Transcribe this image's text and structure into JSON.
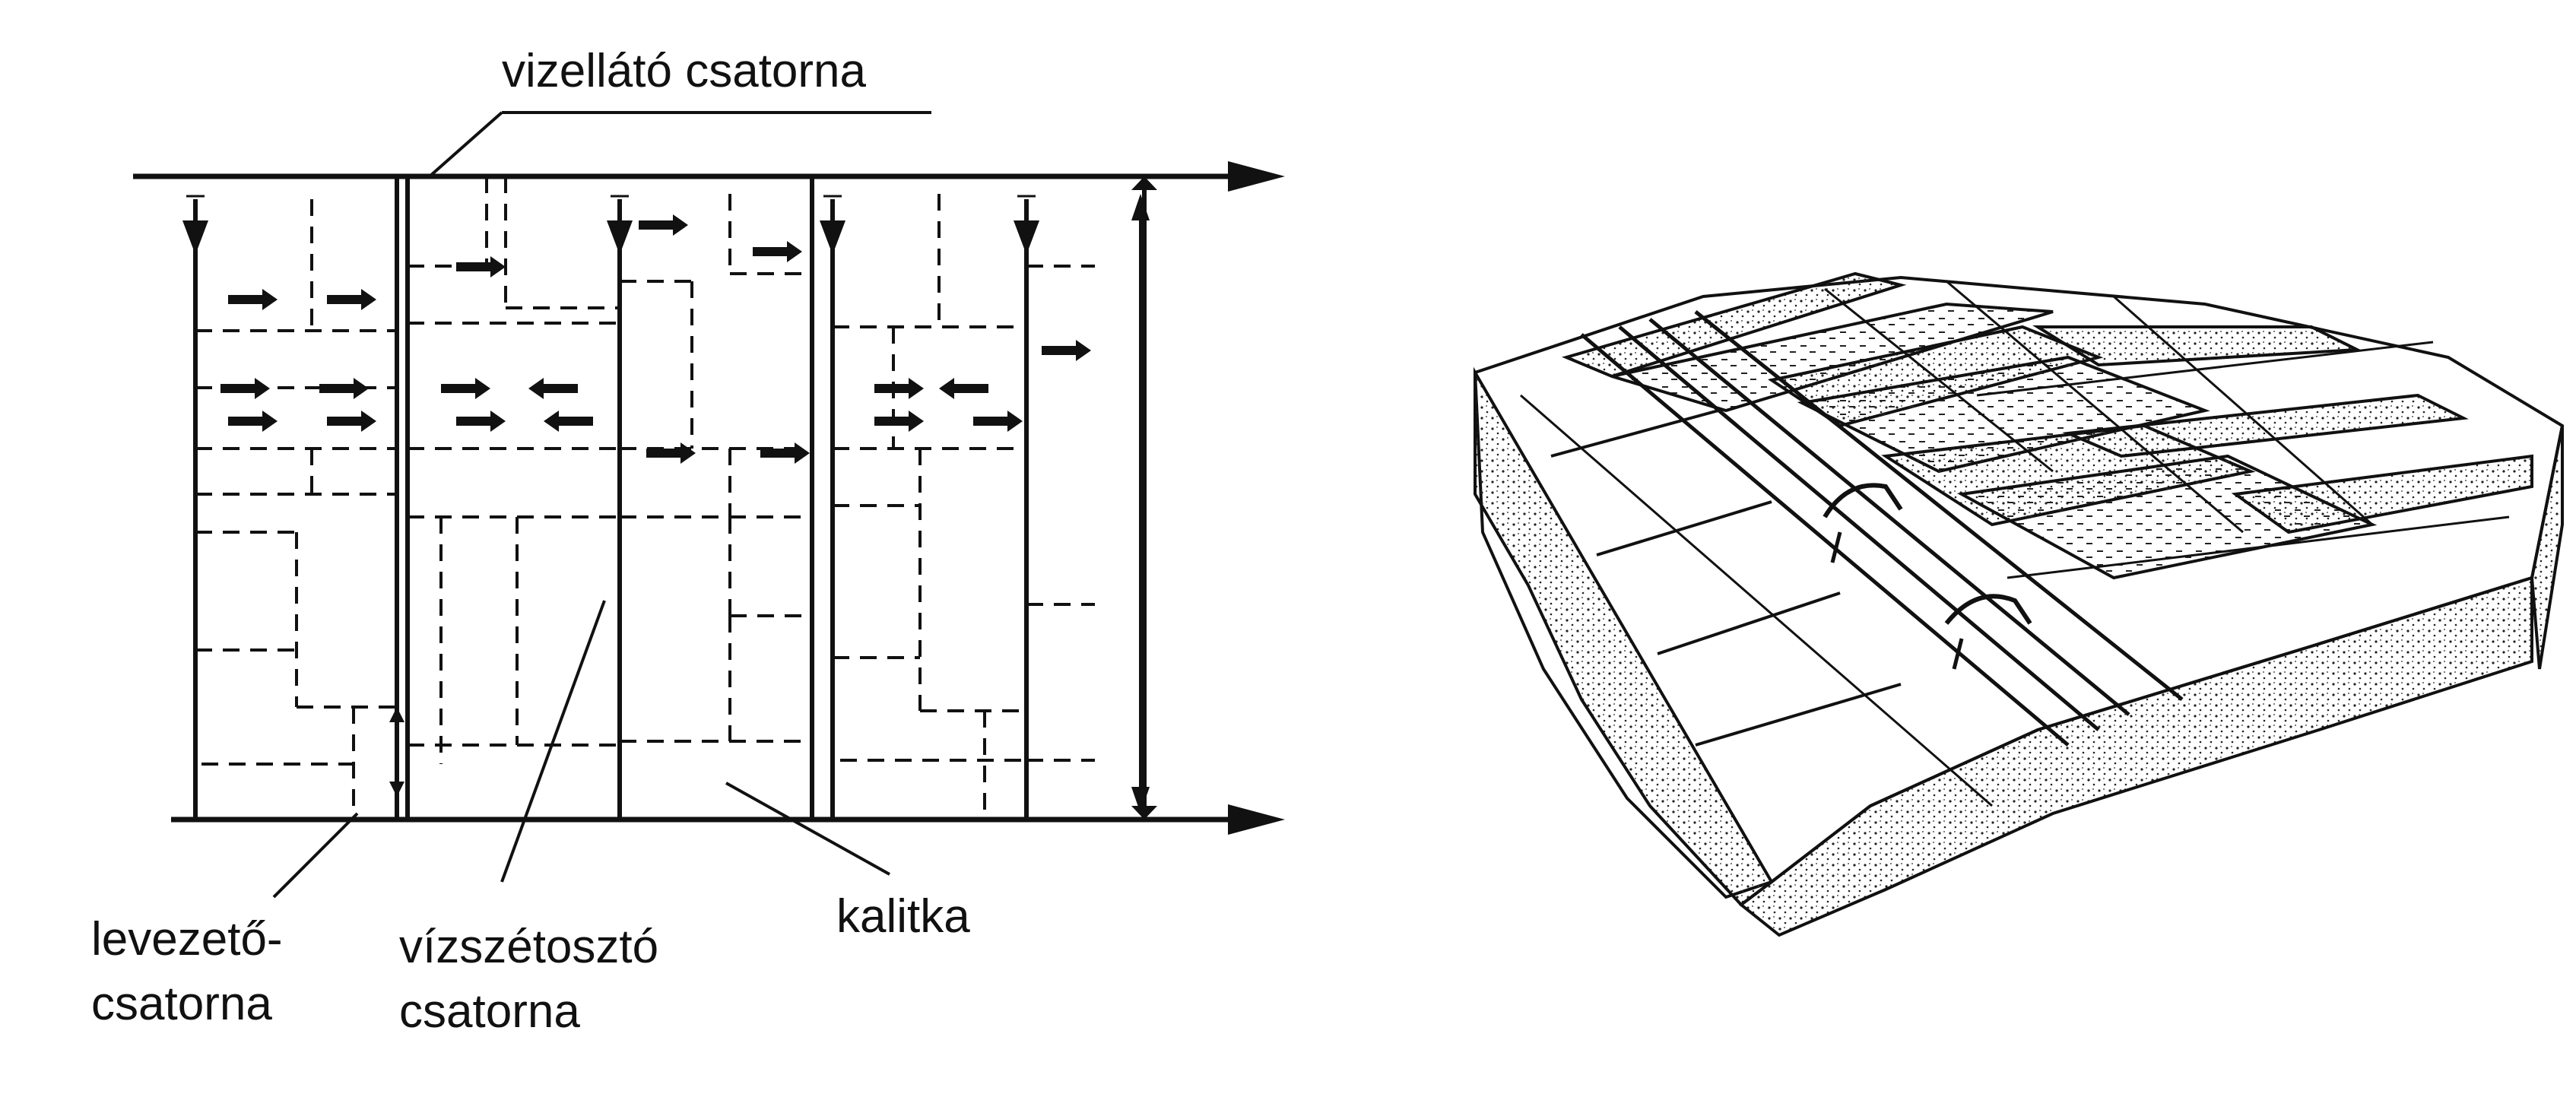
{
  "labels": {
    "supply_channel": "vizellátó csatorna",
    "drain_channel_line1": "levezető-",
    "drain_channel_line2": "csatorna",
    "distributor_channel_line1": "vízszétosztó",
    "distributor_channel_line2": "csatorna",
    "cage": "kalitka"
  },
  "colors": {
    "ink": "#111111",
    "paper": "#ffffff"
  }
}
